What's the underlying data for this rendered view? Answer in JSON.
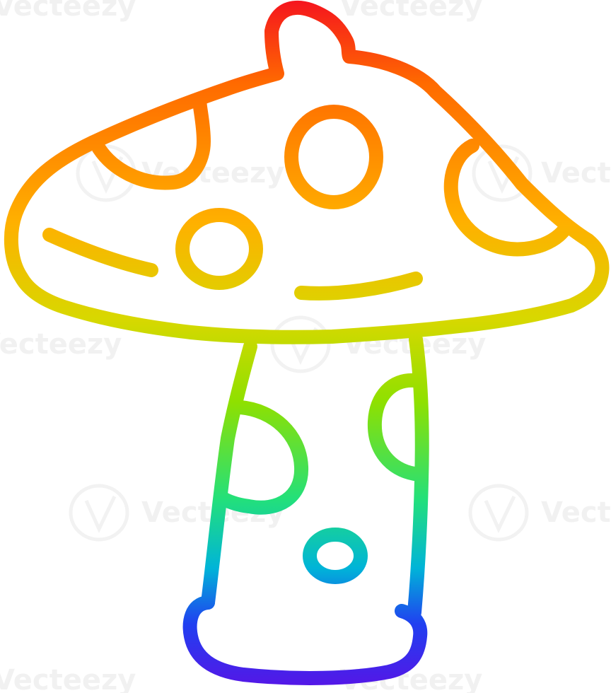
{
  "illustration": {
    "subject": "mushroom",
    "style": "rainbow-gradient line art",
    "gradient_colors": [
      "#f5141e",
      "#ff6a00",
      "#ffb000",
      "#d8d800",
      "#8fe000",
      "#23e07a",
      "#00b4d8",
      "#2040f0",
      "#5a12e6"
    ]
  },
  "watermark": {
    "brand": "Vecteezy"
  }
}
